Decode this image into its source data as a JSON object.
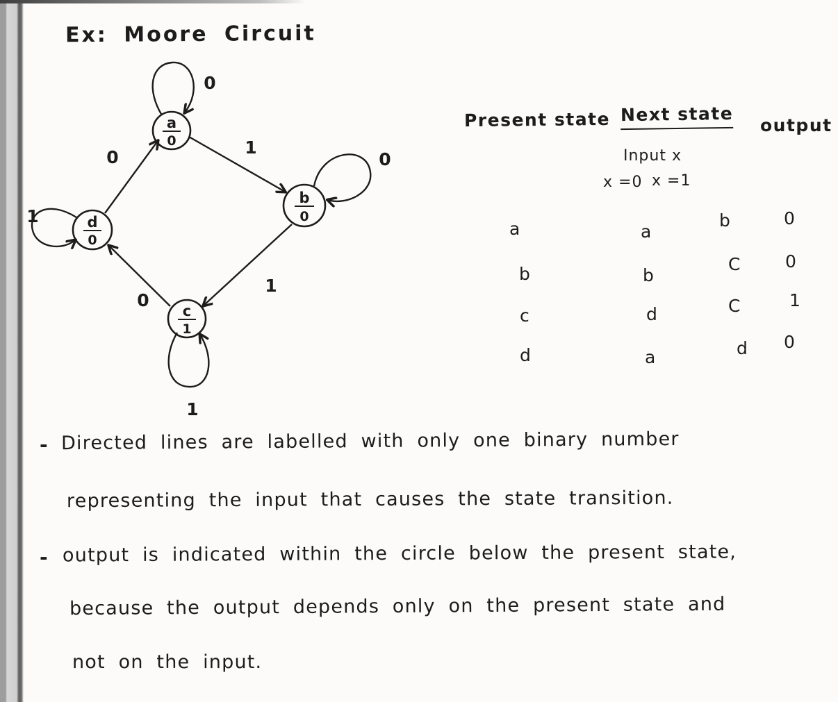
{
  "page": {
    "title": "Ex:  Moore  Circuit"
  },
  "diagram": {
    "states": [
      {
        "id": "a",
        "label": "a",
        "output": "0"
      },
      {
        "id": "b",
        "label": "b",
        "output": "0"
      },
      {
        "id": "c",
        "label": "c",
        "output": "1"
      },
      {
        "id": "d",
        "label": "d",
        "output": "0"
      }
    ],
    "self_loops": [
      {
        "state": "a",
        "label": "0"
      },
      {
        "state": "b",
        "label": "0"
      },
      {
        "state": "c",
        "label": "1"
      },
      {
        "state": "d",
        "label": "1"
      }
    ],
    "edges": [
      {
        "from": "d",
        "to": "a",
        "label": "0"
      },
      {
        "from": "a",
        "to": "b",
        "label": "1"
      },
      {
        "from": "b",
        "to": "c",
        "label": "1"
      },
      {
        "from": "c",
        "to": "d",
        "label": "0"
      }
    ]
  },
  "table": {
    "headers": {
      "present": "Present state",
      "next": "Next state",
      "input": "Input x",
      "x0": "x =0",
      "x1": "x =1",
      "output": "output"
    },
    "rows": [
      {
        "present": "a",
        "x0": "a",
        "x1": "b",
        "output": "0"
      },
      {
        "present": "b",
        "x0": "b",
        "x1": "C",
        "output": "0"
      },
      {
        "present": "c",
        "x0": "d",
        "x1": "C",
        "output": "1"
      },
      {
        "present": "d",
        "x0": "a",
        "x1": "d",
        "output": "0"
      }
    ]
  },
  "notes": {
    "bullet": "-",
    "lines": [
      "Directed lines are labelled with only one binary number",
      "representing the input that causes the state transition.",
      "output is indicated within the circle below the present state,",
      "because the output depends only on the present state and",
      "not on the input."
    ]
  }
}
